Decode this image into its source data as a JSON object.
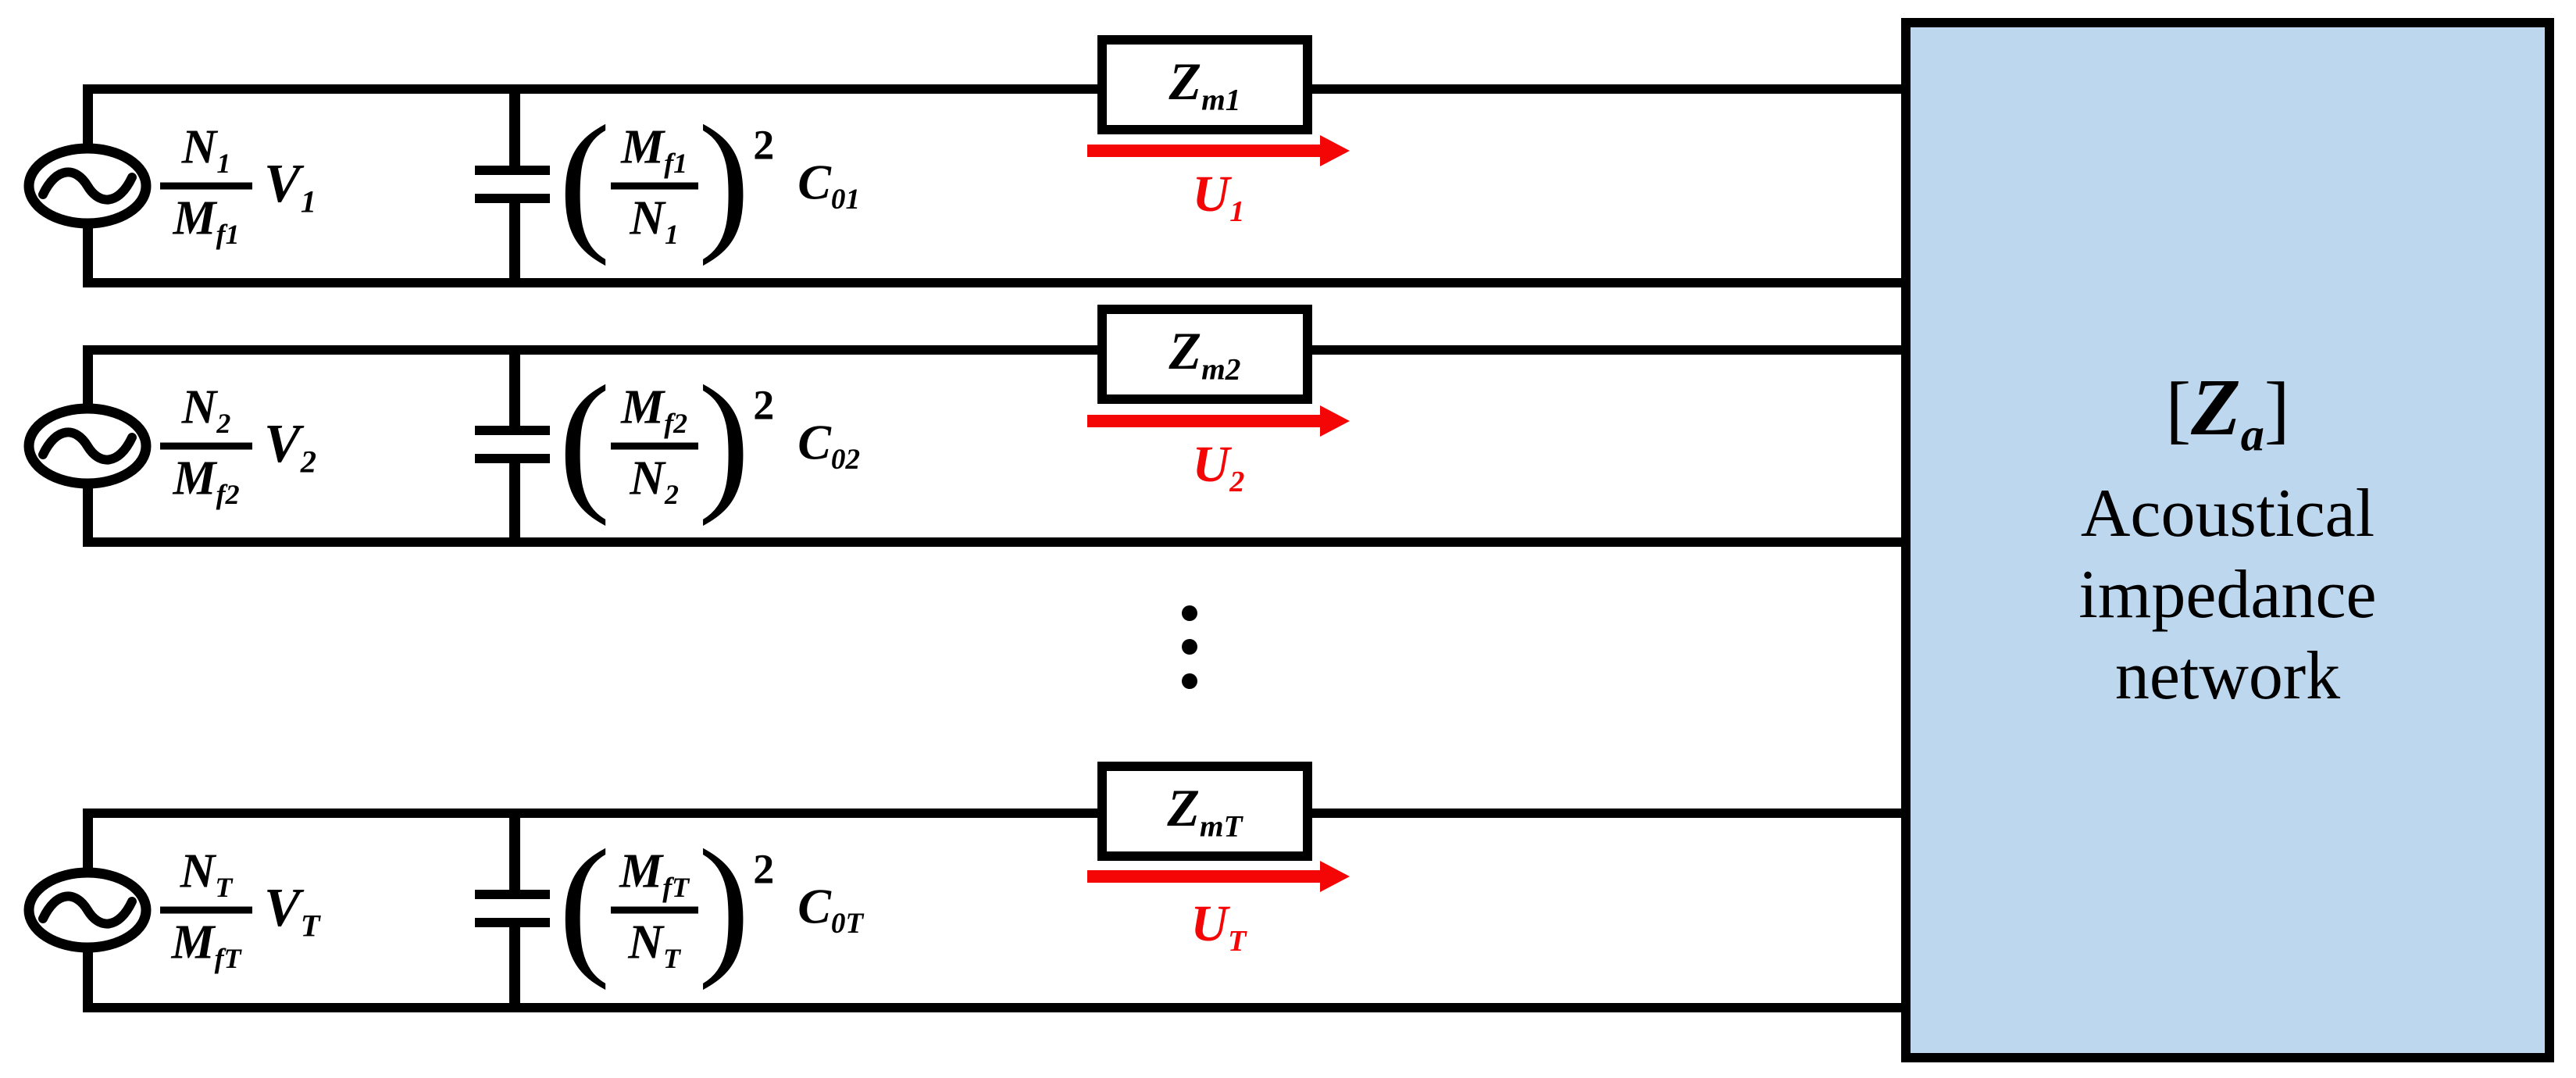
{
  "colors": {
    "background": "#ffffff",
    "line": "#000000",
    "flow": "#f40606",
    "network_fill": "#bdd7ee"
  },
  "network_box": {
    "bracket_open": "[",
    "symbol": "Z",
    "symbol_sub": "a",
    "bracket_close": "]",
    "label_line1": "Acoustical",
    "label_line2": "impedance",
    "label_line3": "network"
  },
  "continuation": {
    "dot_count": 3
  },
  "rows": [
    {
      "id": "1",
      "source": {
        "num": "N",
        "num_sub": "1",
        "den": "M",
        "den_sub": "f1",
        "mult": "V",
        "mult_sub": "1"
      },
      "capacitor": {
        "paren_open": "(",
        "num": "M",
        "num_sub": "f1",
        "den": "N",
        "den_sub": "1",
        "paren_close": ")",
        "exponent": "2",
        "name": "C",
        "name_sub": "01"
      },
      "impedance": {
        "name": "Z",
        "sub": "m1"
      },
      "flow": {
        "name": "U",
        "sub": "1"
      }
    },
    {
      "id": "2",
      "source": {
        "num": "N",
        "num_sub": "2",
        "den": "M",
        "den_sub": "f2",
        "mult": "V",
        "mult_sub": "2"
      },
      "capacitor": {
        "paren_open": "(",
        "num": "M",
        "num_sub": "f2",
        "den": "N",
        "den_sub": "2",
        "paren_close": ")",
        "exponent": "2",
        "name": "C",
        "name_sub": "02"
      },
      "impedance": {
        "name": "Z",
        "sub": "m2"
      },
      "flow": {
        "name": "U",
        "sub": "2"
      }
    },
    {
      "id": "T",
      "source": {
        "num": "N",
        "num_sub": "T",
        "den": "M",
        "den_sub": "fT",
        "mult": "V",
        "mult_sub": "T"
      },
      "capacitor": {
        "paren_open": "(",
        "num": "M",
        "num_sub": "fT",
        "den": "N",
        "den_sub": "T",
        "paren_close": ")",
        "exponent": "2",
        "name": "C",
        "name_sub": "0T"
      },
      "impedance": {
        "name": "Z",
        "sub": "mT"
      },
      "flow": {
        "name": "U",
        "sub": "T"
      }
    }
  ]
}
